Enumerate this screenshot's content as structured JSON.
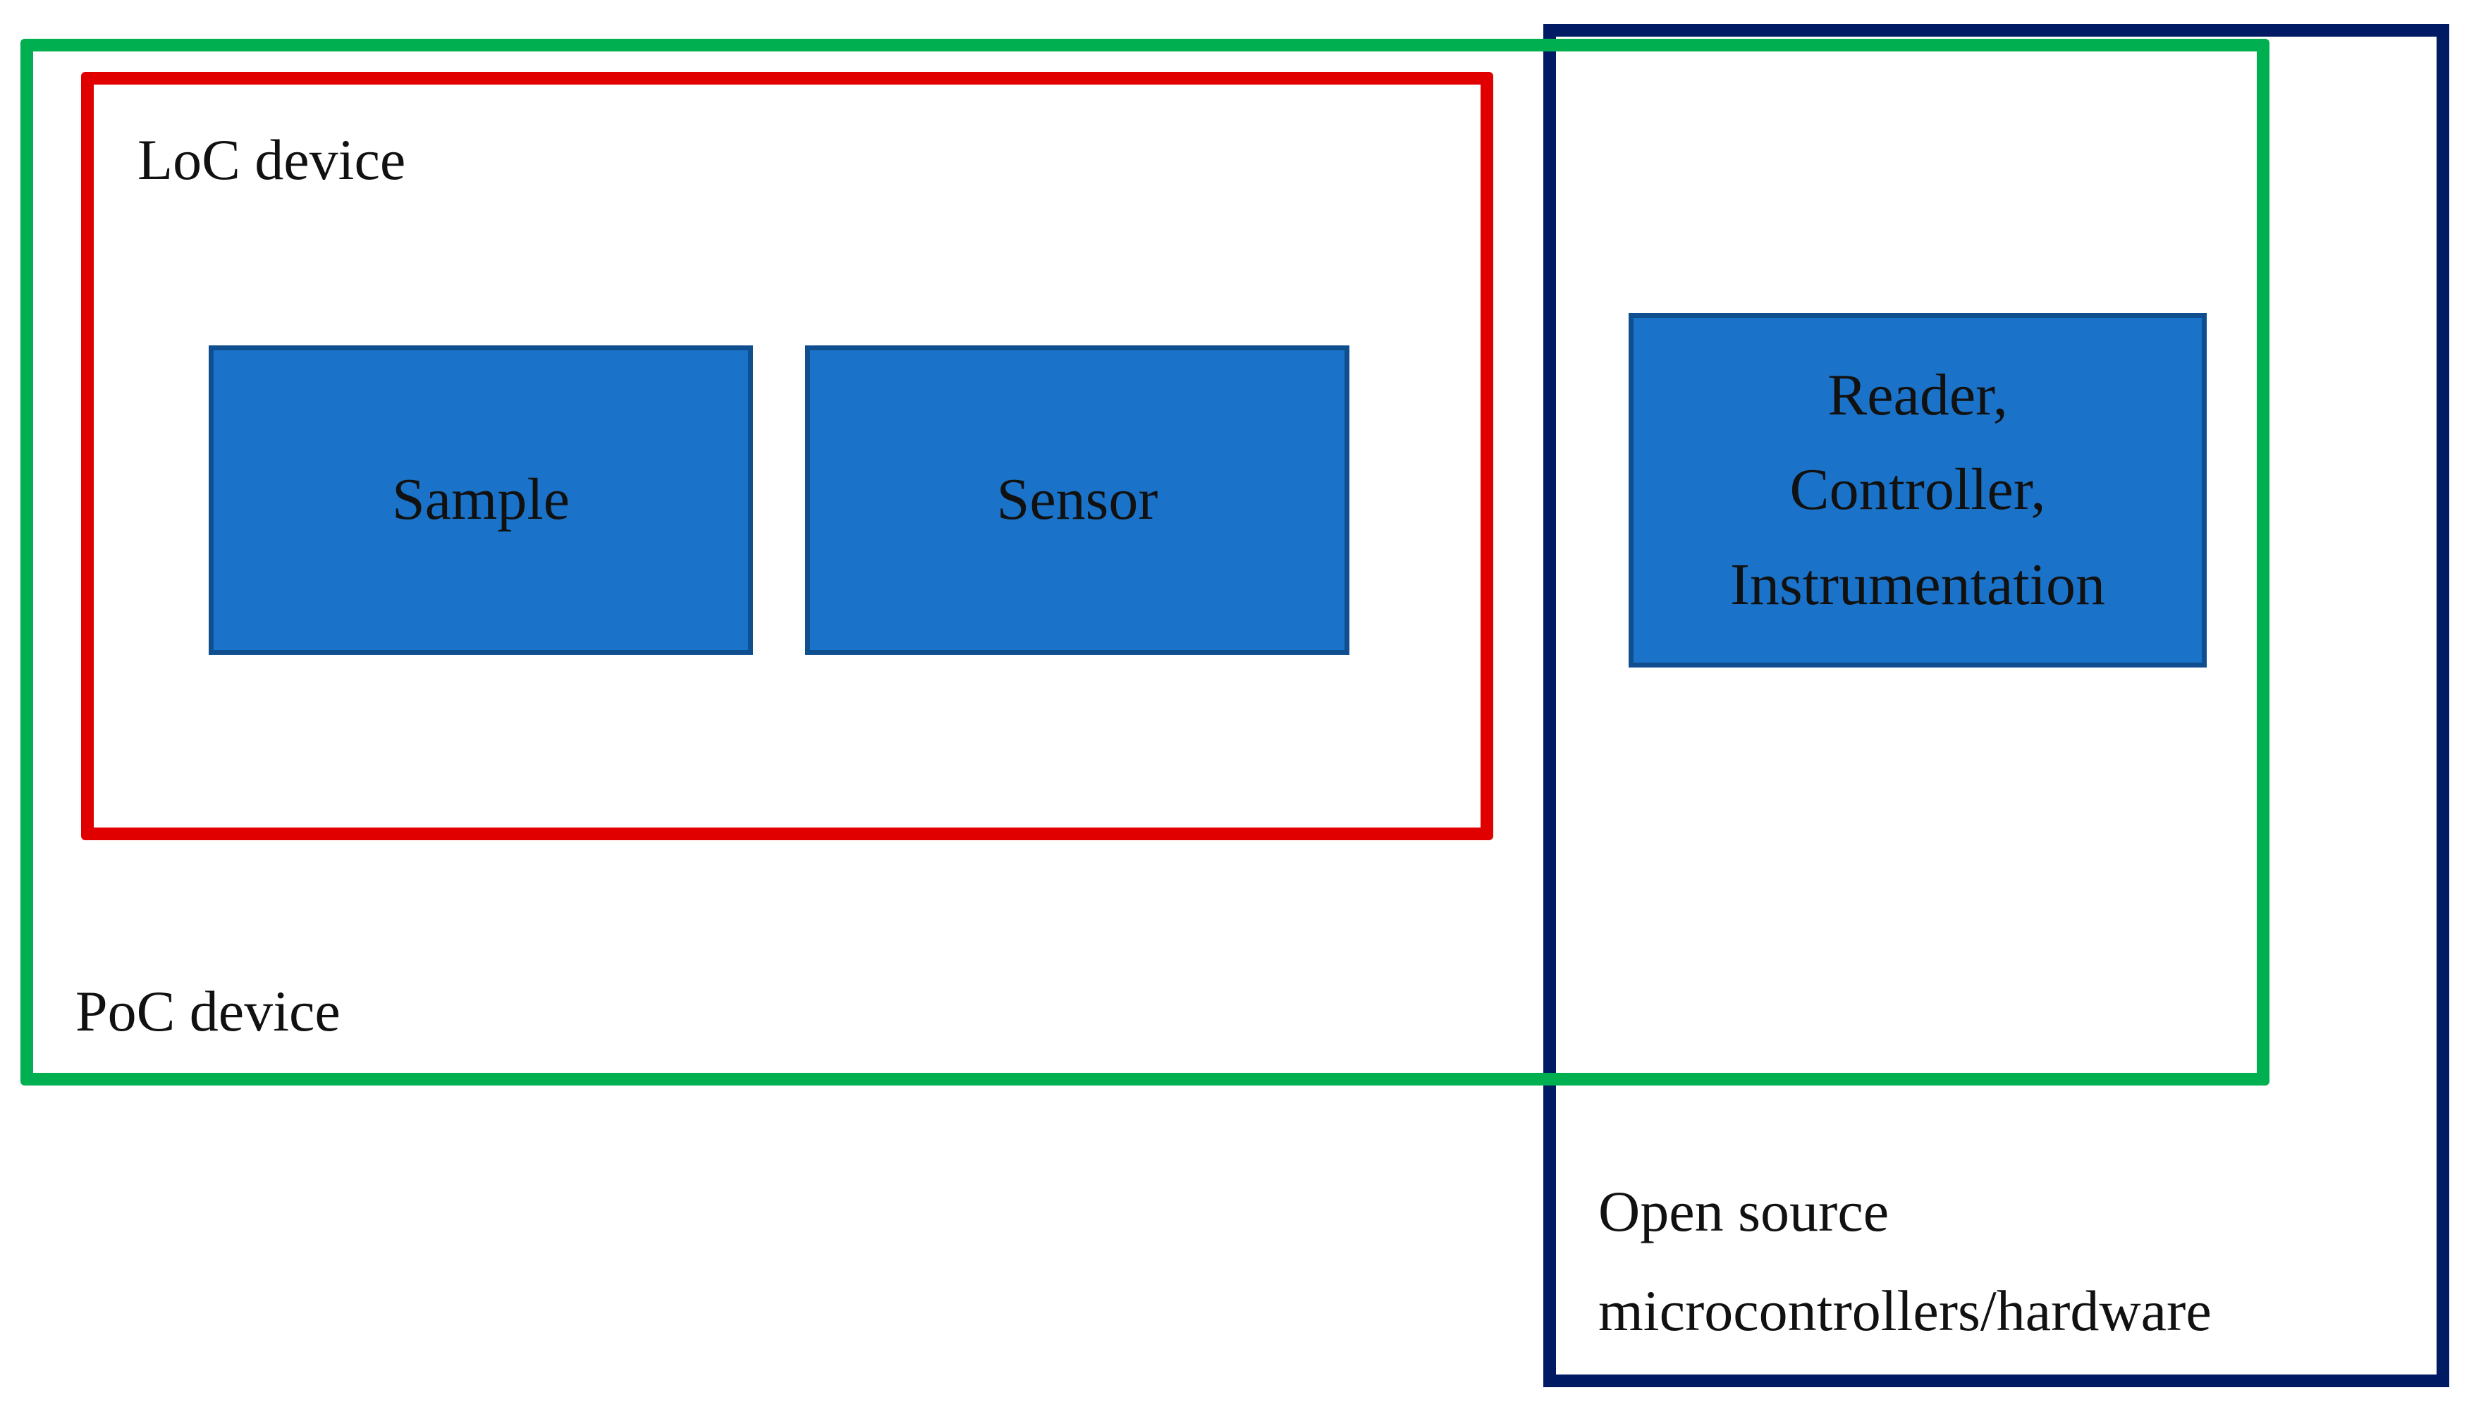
{
  "diagram": {
    "containers": {
      "poc": {
        "label": "PoC device",
        "color": "#00b050"
      },
      "loc": {
        "label": "LoC device",
        "color": "#e00000"
      },
      "open_source": {
        "label_lines": [
          "Open source",
          "microcontrollers/hardware"
        ],
        "color": "#001a63"
      }
    },
    "blocks": {
      "sample": {
        "label": "Sample"
      },
      "sensor": {
        "label": "Sensor"
      },
      "reader": {
        "label_lines": [
          "Reader,",
          "Controller,",
          "Instrumentation"
        ]
      }
    },
    "block_fill_color": "#1a73c8"
  }
}
